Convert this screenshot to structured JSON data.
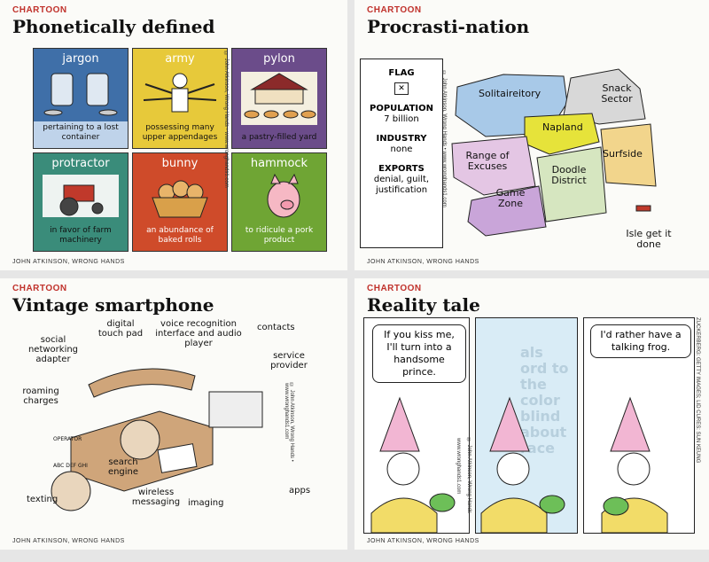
{
  "cards": [
    {
      "kicker": "CHARTOON",
      "title": "Phonetically defined",
      "credit": "JOHN ATKINSON, WRONG HANDS",
      "side_note": "© John Atkinson, Wrong Hands • www.wronghands1.com",
      "tiles": [
        {
          "word": "jargon",
          "caption": "pertaining to a lost container",
          "color": "#3f6fa8"
        },
        {
          "word": "army",
          "caption": "possessing many upper appendages",
          "color": "#e7c93a"
        },
        {
          "word": "pylon",
          "caption": "a pastry-filled yard",
          "color": "#6b4c8a"
        },
        {
          "word": "protractor",
          "caption": "in favor of farm machinery",
          "color": "#3a8c7a"
        },
        {
          "word": "bunny",
          "caption": "an abundance of baked rolls",
          "color": "#cf4b2a"
        },
        {
          "word": "hammock",
          "caption": "to ridicule a pork product",
          "color": "#6fa534"
        }
      ]
    },
    {
      "kicker": "CHARTOON",
      "title": "Procrasti-nation",
      "credit": "JOHN ATKINSON, WRONG HANDS",
      "side_note": "© John Atkinson, Wrong Hands • www.wronghands1.com",
      "rail": {
        "flag_label": "FLAG",
        "population_label": "POPULATION",
        "population_value": "7 billion",
        "industry_label": "INDUSTRY",
        "industry_value": "none",
        "exports_label": "EXPORTS",
        "exports_value": "denial, guilt, justification"
      },
      "regions": [
        "Solitaireitory",
        "Snack Sector",
        "Napland",
        "Range of Excuses",
        "Doodle District",
        "Surfside",
        "Game Zone",
        "Isle get it done"
      ]
    },
    {
      "kicker": "CHARTOON",
      "title": "Vintage smartphone",
      "credit": "JOHN ATKINSON, WRONG HANDS",
      "side_note": "© John Atkinson, Wrong Hands • www.wronghands1.com",
      "labels": [
        "social networking adapter",
        "digital touch pad",
        "voice recognition interface and audio player",
        "contacts",
        "service provider",
        "roaming charges",
        "search engine",
        "wireless messaging",
        "imaging",
        "apps",
        "texting"
      ],
      "dial_text": "OPERATOR",
      "dial_letters": "ABC DEF GHI"
    },
    {
      "kicker": "CHARTOON",
      "title": "Reality tale",
      "credit": "JOHN ATKINSON, WRONG HANDS",
      "side_note": "© John Atkinson, Wrong Hands",
      "side_note_2": "www.wronghands1.com",
      "photo_credit": "ZUCKERBERG: GETTY IMAGES; LID CURES: SUN KEUNG",
      "bubble_1": "If you kiss me, I'll turn into a handsome prince.",
      "bubble_3": "I'd rather have a talking frog.",
      "bleed_text": "als ord to the color blind about race"
    }
  ]
}
